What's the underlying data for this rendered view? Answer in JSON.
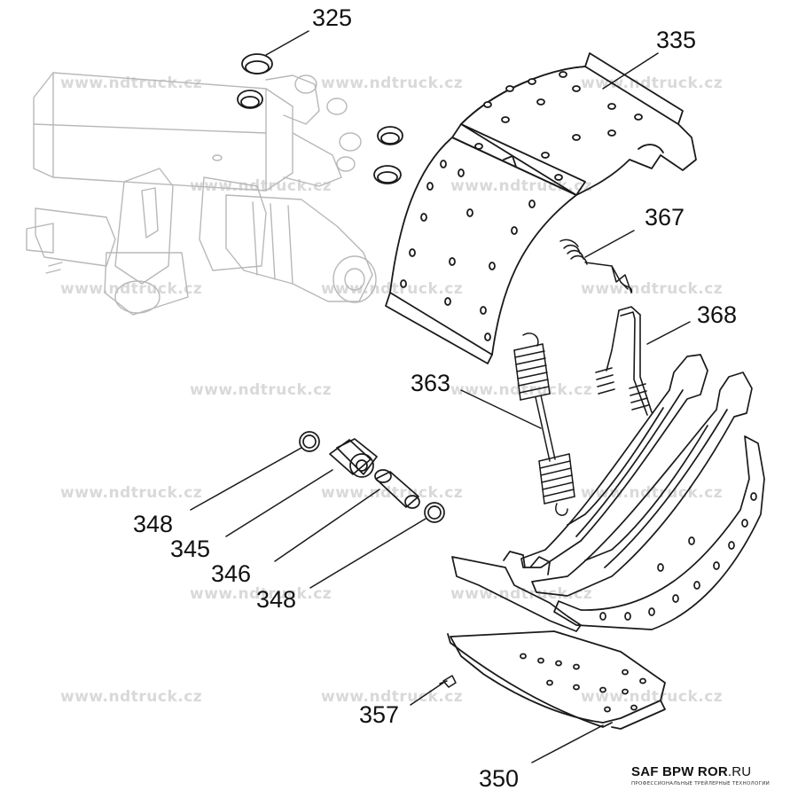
{
  "watermark": "www.ndtruck.cz",
  "brand": {
    "name": "SAF BPW ROR",
    "tld": ".RU",
    "subtitle": "ПРОФЕССИОНАЛЬНЫЕ ТРЕЙЛЕРНЫЕ ТЕХНОЛОГИИ"
  },
  "callouts": [
    {
      "id": "325",
      "label": "325"
    },
    {
      "id": "335",
      "label": "335"
    },
    {
      "id": "367",
      "label": "367"
    },
    {
      "id": "368",
      "label": "368"
    },
    {
      "id": "363",
      "label": "363"
    },
    {
      "id": "348a",
      "label": "348"
    },
    {
      "id": "345",
      "label": "345"
    },
    {
      "id": "346",
      "label": "346"
    },
    {
      "id": "348b",
      "label": "348"
    },
    {
      "id": "357",
      "label": "357"
    },
    {
      "id": "350",
      "label": "350"
    }
  ],
  "colors": {
    "line": "#1a1a1a",
    "ghost": "#b8b8b8",
    "watermark": "#d9d9d9"
  }
}
